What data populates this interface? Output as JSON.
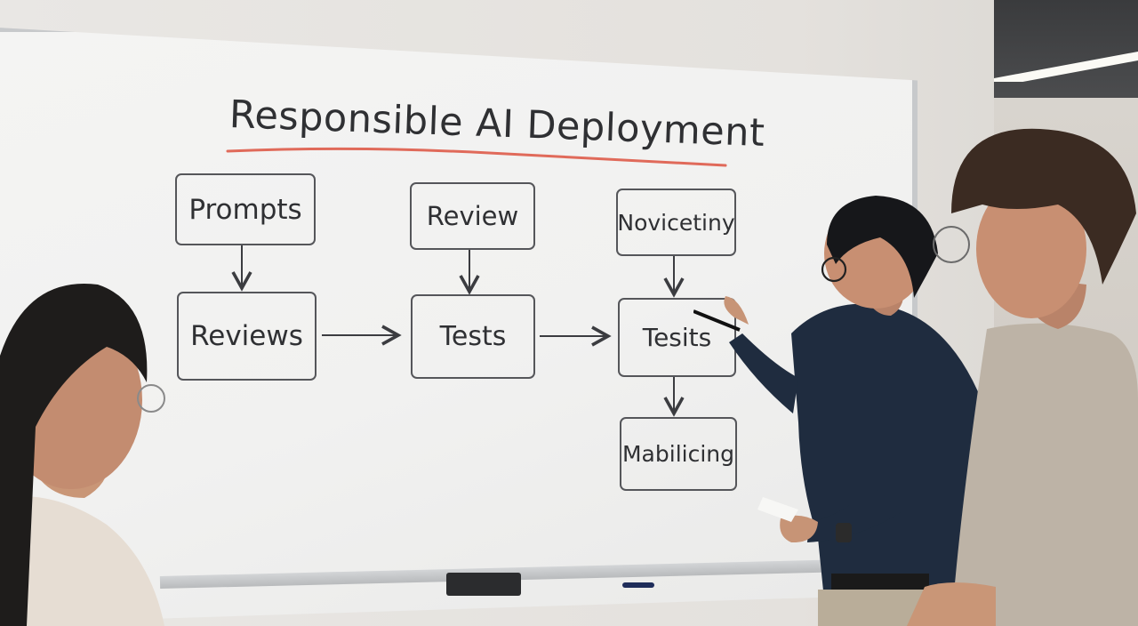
{
  "whiteboard": {
    "title": "Responsible AI Deployment",
    "nodes": {
      "prompts": "Prompts",
      "review": "Review",
      "novicetiny": "Novicetiny",
      "reviews": "Reviews",
      "tests": "Tests",
      "tesits": "Tesits",
      "mabilicing": "Mabilicing"
    }
  },
  "colors": {
    "board": "#f2f2f1",
    "ink": "#2f3033",
    "underline": "#e06a5a",
    "shirt_presenter": "#1f2c3f",
    "shirt_right": "#bdb3a6"
  }
}
